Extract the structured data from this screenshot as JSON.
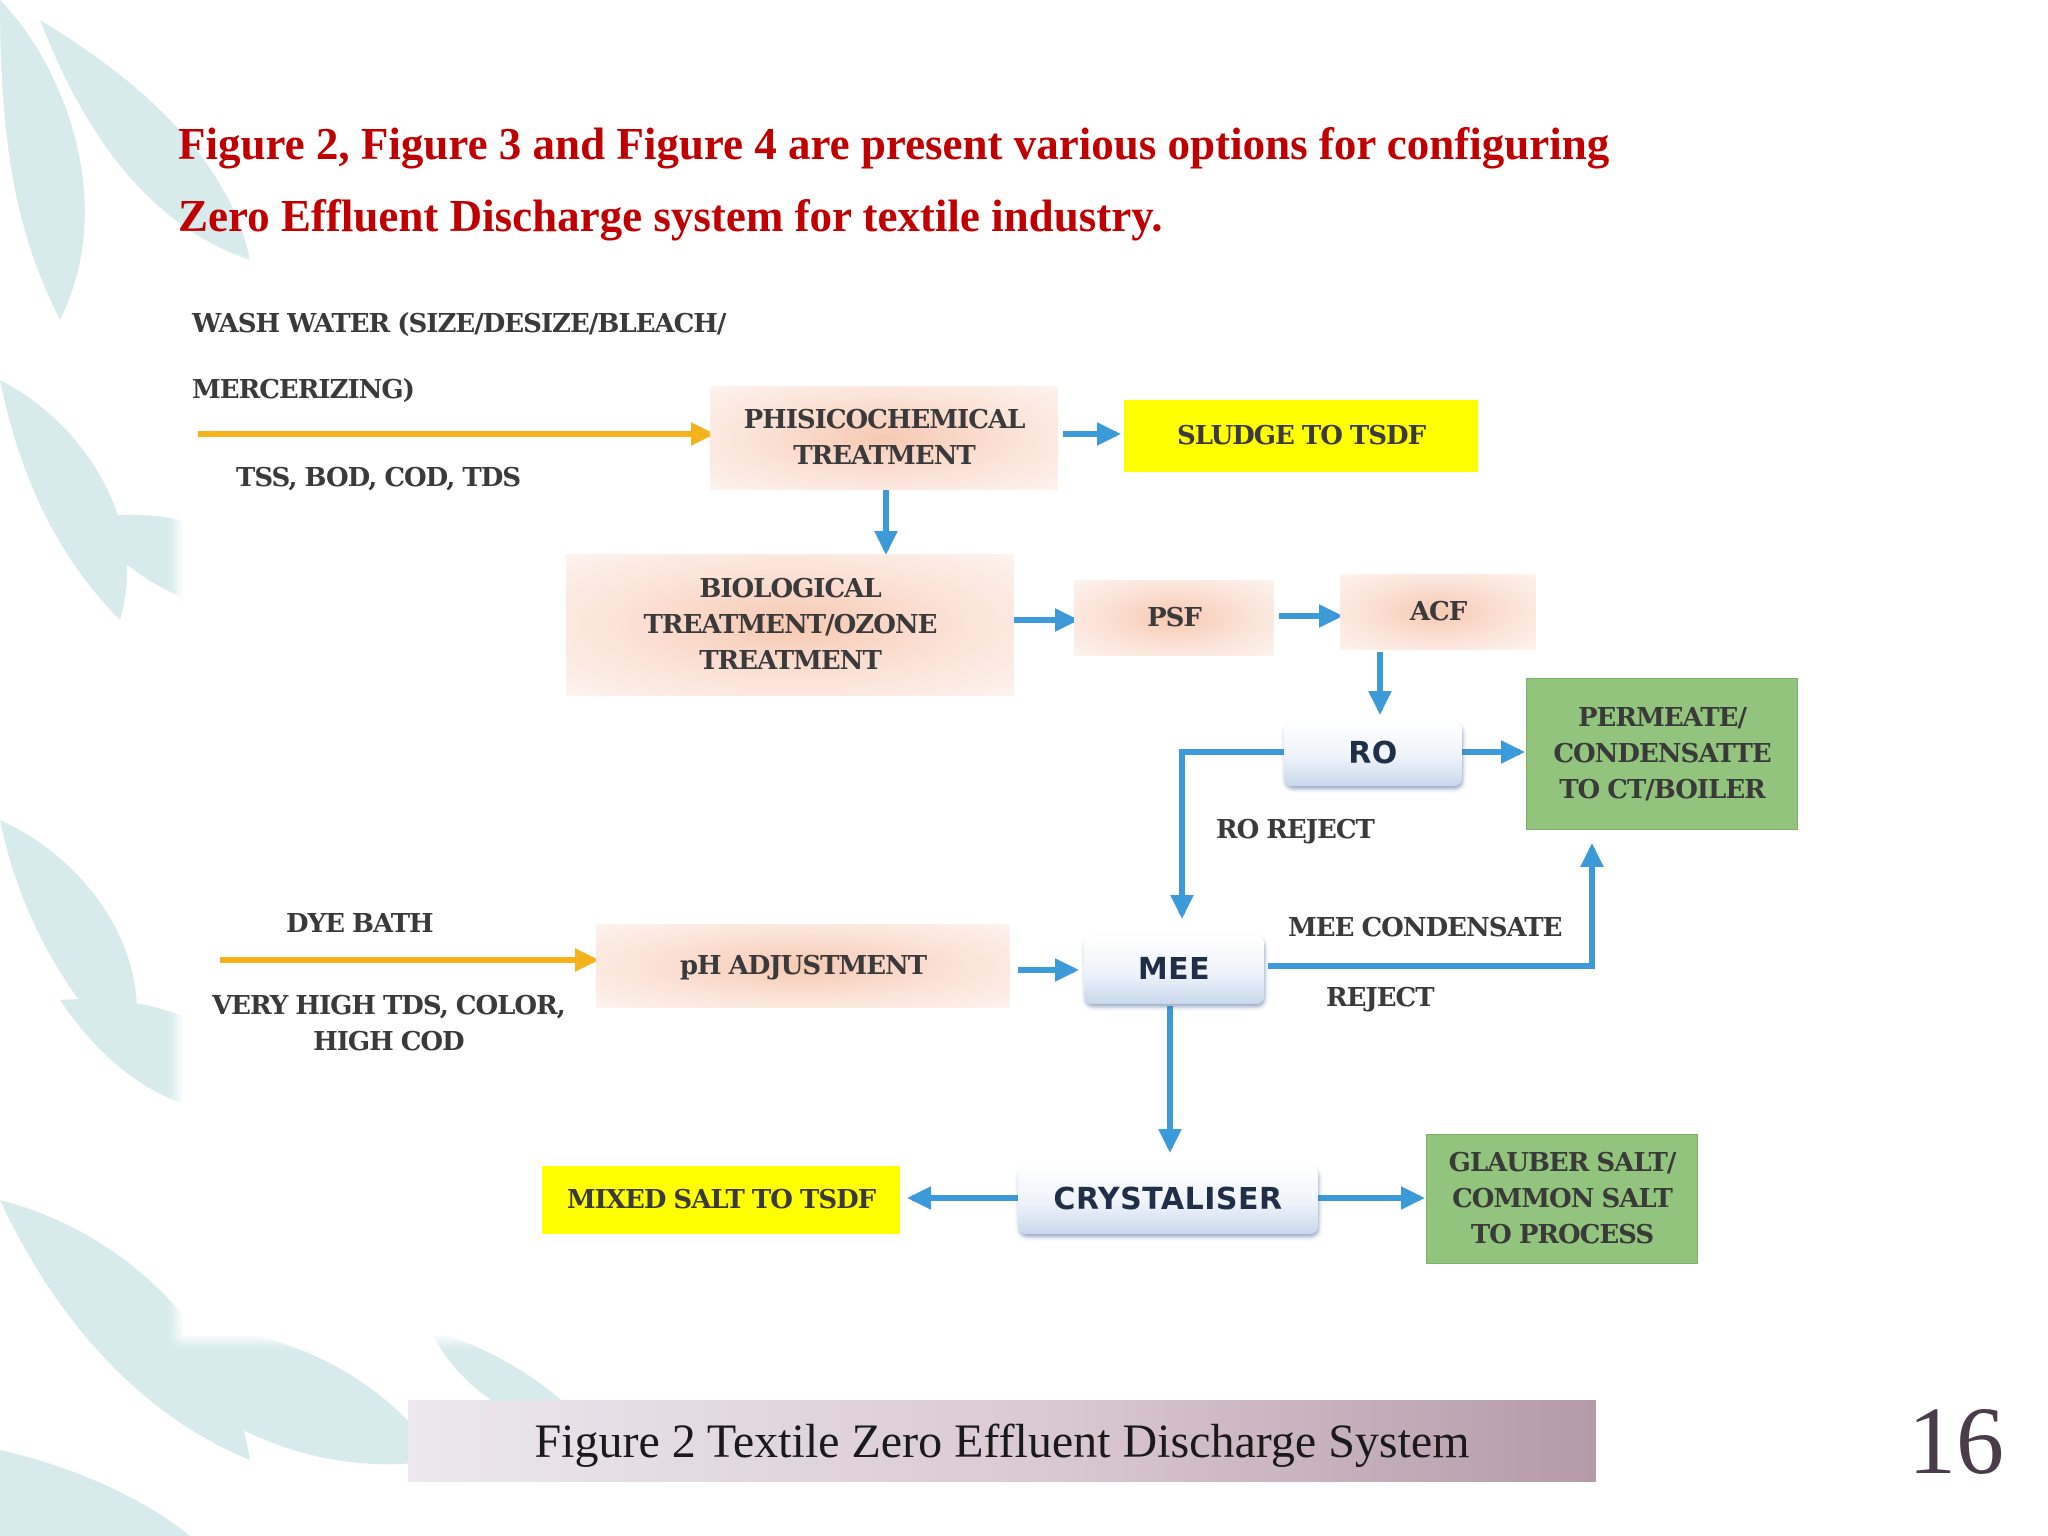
{
  "slide": {
    "heading_lines": [
      "Figure 2, Figure 3 and Figure 4 are present various options for configuring",
      "Zero Effluent Discharge system for textile industry."
    ],
    "caption": "Figure 2 Textile Zero Effluent Discharge System",
    "page_number": "16"
  },
  "diagram": {
    "inputs": {
      "wash_water_line1": "WASH WATER (SIZE/DESIZE/BLEACH/",
      "wash_water_line2": "MERCERIZING)",
      "wash_water_params": "TSS, BOD, COD, TDS",
      "dye_bath": "DYE BATH",
      "dye_bath_params": "VERY HIGH TDS, COLOR,\nHIGH COD"
    },
    "nodes": {
      "physicochemical": "PHISICOCHEMICAL\nTREATMENT",
      "sludge": "SLUDGE TO TSDF",
      "biological": "BIOLOGICAL\nTREATMENT/OZONE\nTREATMENT",
      "psf": "PSF",
      "acf": "ACF",
      "ro": "RO",
      "permeate": "PERMEATE/\nCONDENSATTE\nTO CT/BOILER",
      "ph_adjustment": "pH ADJUSTMENT",
      "mee": "MEE",
      "crystaliser": "CRYSTALISER",
      "mixed_salt": "MIXED SALT TO TSDF",
      "glauber_salt": "GLAUBER SALT/\nCOMMON SALT\nTO PROCESS"
    },
    "edge_labels": {
      "ro_reject": "RO REJECT",
      "mee_condensate": "MEE CONDENSATE",
      "reject": "REJECT"
    },
    "colors": {
      "input_arrow": "#f5b21b",
      "flow_arrow": "#3d9ad9",
      "heading": "#c00000",
      "highlight_yellow": "#ffff00",
      "output_green": "#93c47d"
    }
  }
}
